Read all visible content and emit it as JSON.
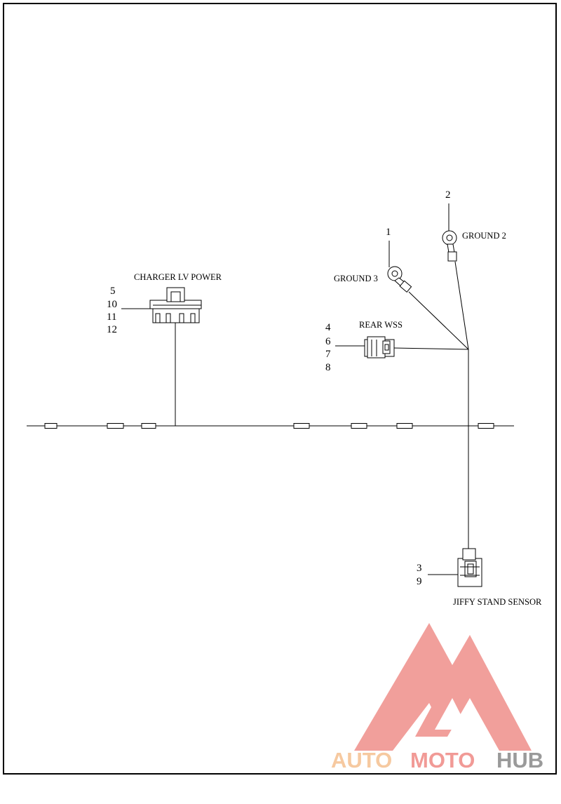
{
  "labels": {
    "charger_lv_power": "CHARGER LV POWER",
    "ground_3": "GROUND 3",
    "ground_2": "GROUND 2",
    "rear_wss": "REAR WSS",
    "jiffy_stand_sensor": "JIFFY STAND SENSOR"
  },
  "callouts": {
    "charger": [
      "5",
      "10",
      "11",
      "12"
    ],
    "ground_3": "1",
    "ground_2": "2",
    "rear_wss": [
      "4",
      "6",
      "7",
      "8"
    ],
    "jiffy": [
      "3",
      "9"
    ]
  },
  "watermark": {
    "part1": "AUTO",
    "part2": "MOTO",
    "part3": "HUB",
    "color_light": "#f6c9a0",
    "color_red": "#f19a96",
    "color_gray": "#9a9a9a"
  }
}
